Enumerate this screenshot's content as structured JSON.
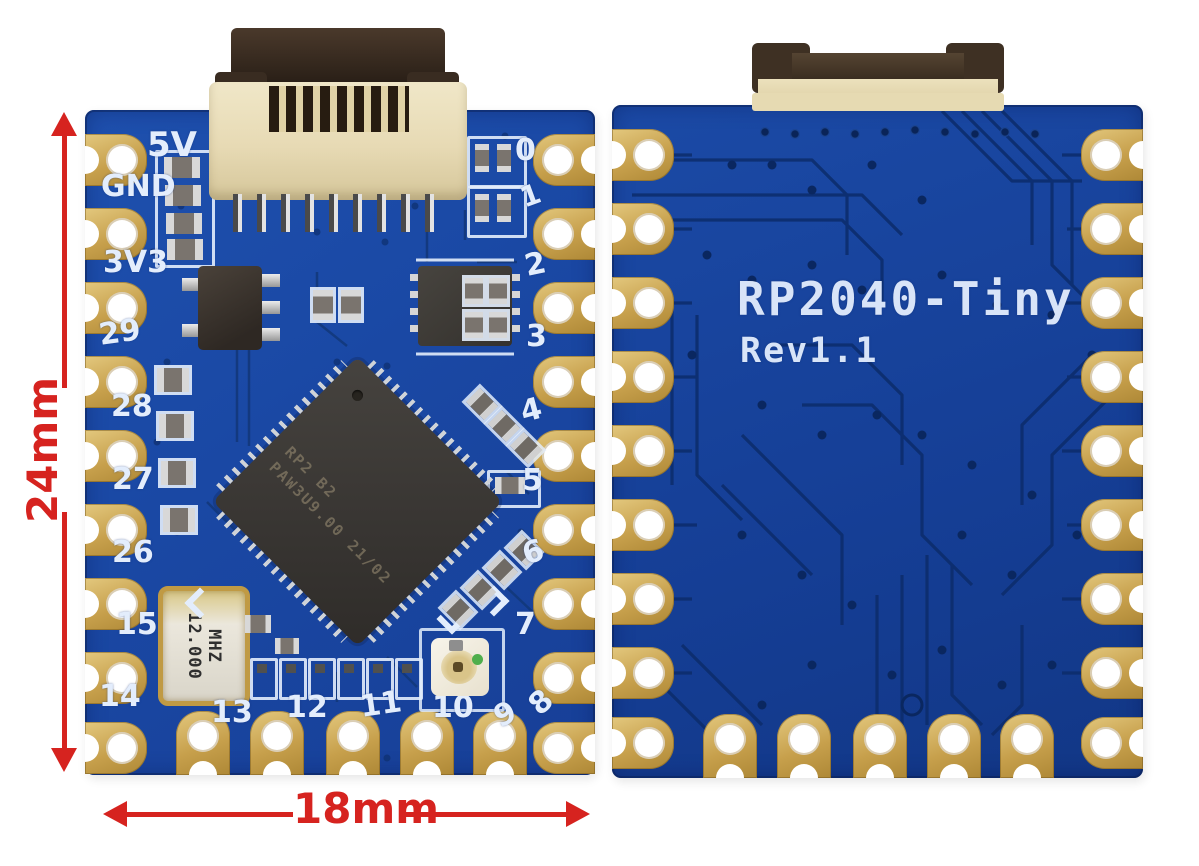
{
  "scene": {
    "description": "RP2040-Tiny microcontroller board product photo, front and back views",
    "background": "#ffffff"
  },
  "dimensions": {
    "height_label": "24mm",
    "width_label": "18mm"
  },
  "front_board": {
    "left_pins": [
      "5V",
      "GND",
      "3V3",
      "29",
      "28",
      "27",
      "26",
      "15",
      "14"
    ],
    "right_pins": [
      "0",
      "1",
      "2",
      "3",
      "4",
      "5",
      "6",
      "7",
      "8"
    ],
    "bottom_pins": [
      "13",
      "12",
      "11",
      "10",
      "9"
    ],
    "crystal": {
      "frequency": "12.000",
      "unit": "MHZ"
    },
    "mcu_marking": {
      "line1": "RP2 B2",
      "line2": "PAW3U9.00 21/02"
    }
  },
  "back_board": {
    "title": "RP2040-Tiny",
    "revision": "Rev1.1"
  },
  "colors": {
    "pcb_front": "#1a48a4",
    "pcb_back": "#153e95",
    "silkscreen": "#e3edfc",
    "pad_gold": "#c7a04c",
    "dimension_red": "#d6231f",
    "trace_dark": "#0c2c6b",
    "connector_body": "#e7dab4",
    "connector_latch": "#32261c"
  }
}
